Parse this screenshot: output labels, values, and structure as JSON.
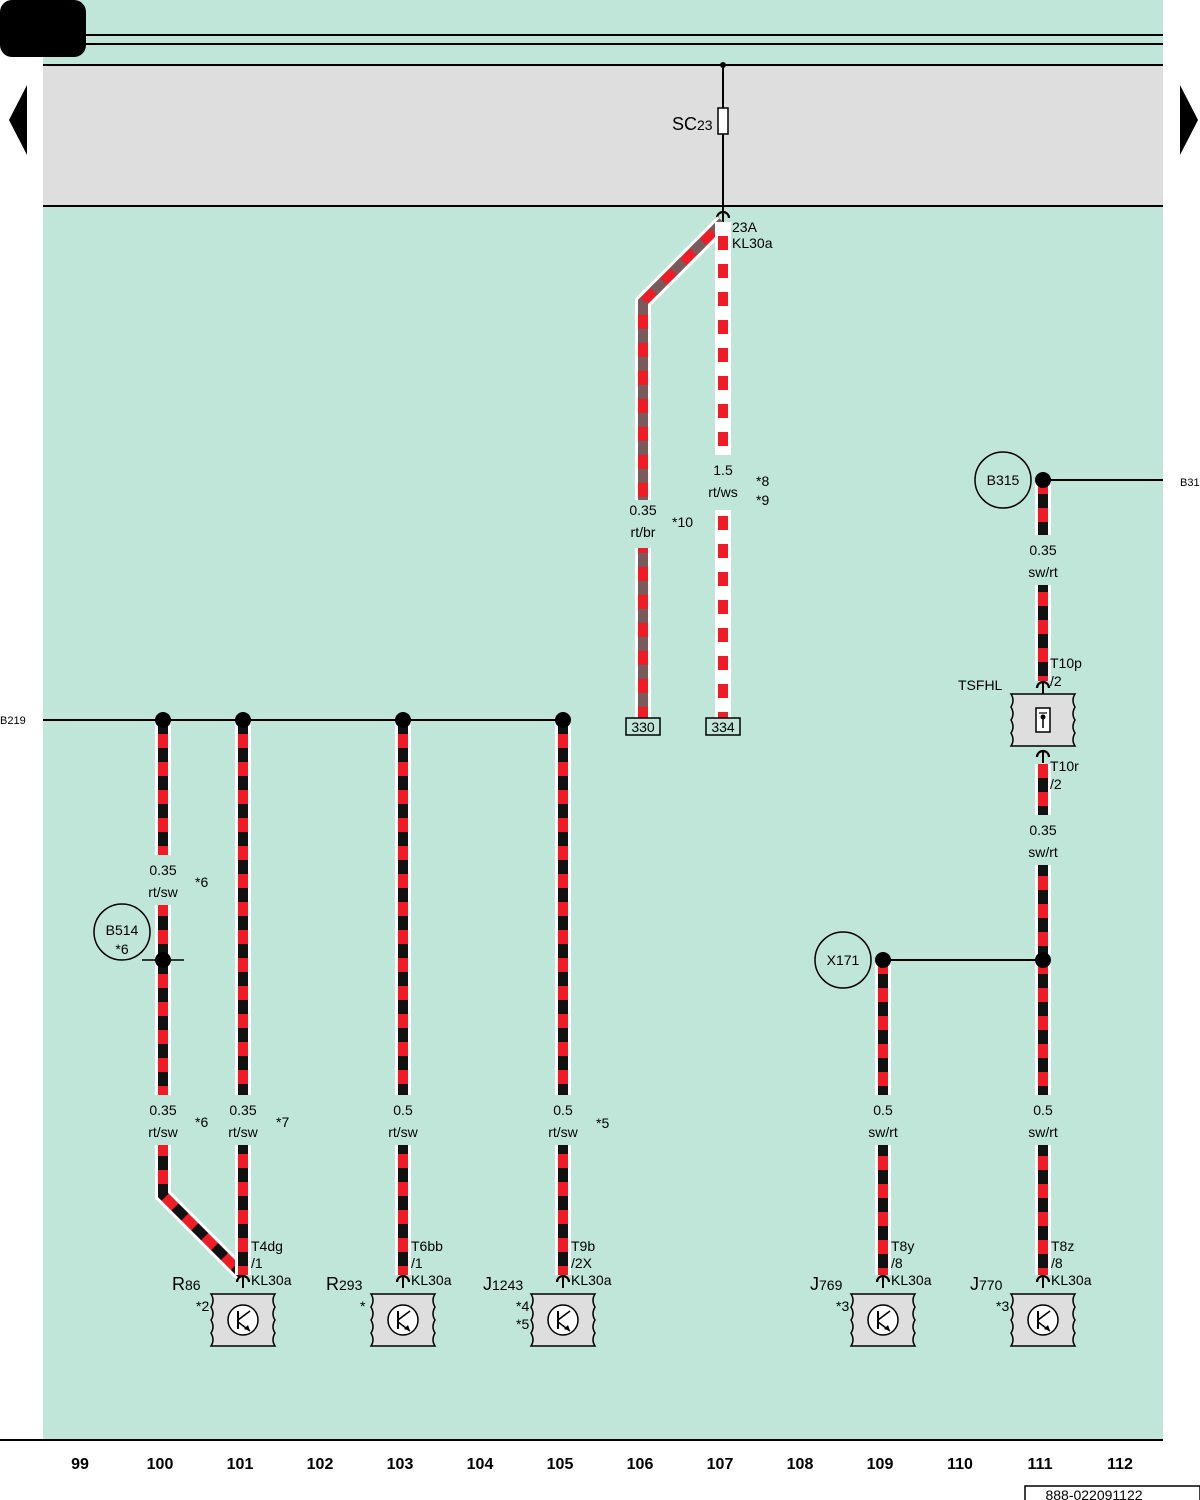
{
  "colors": {
    "background": "#bfe6d8",
    "fuse_panel": "#dedede",
    "wire_red": "#ee1c24",
    "wire_black": "#111111",
    "wire_brown": "#7a5a5a"
  },
  "navigation": {
    "prev_icon": "triangle-left-icon",
    "next_icon": "triangle-right-icon"
  },
  "fuse": {
    "name": "SC",
    "sub": "23",
    "terminal": "23A",
    "terminal_sub": "KL30a"
  },
  "wires": {
    "w106": {
      "size": "0.35",
      "color": "rt/br",
      "note": "*10"
    },
    "w107": {
      "size": "1.5",
      "color": "rt/ws",
      "note1": "*8",
      "note2": "*9"
    },
    "w100_top": {
      "size": "0.35",
      "color": "rt/sw",
      "note": "*6"
    },
    "w100_bot": {
      "size": "0.35",
      "color": "rt/sw",
      "note": "*6"
    },
    "w101": {
      "size": "0.35",
      "color": "rt/sw",
      "note": "*7"
    },
    "w103": {
      "size": "0.5",
      "color": "rt/sw"
    },
    "w105": {
      "size": "0.5",
      "color": "rt/sw",
      "note": "*5"
    },
    "w109": {
      "size": "0.5",
      "color": "sw/rt"
    },
    "w111_top": {
      "size": "0.35",
      "color": "sw/rt"
    },
    "w111_mid": {
      "size": "0.35",
      "color": "sw/rt"
    },
    "w111_bot": {
      "size": "0.5",
      "color": "sw/rt"
    }
  },
  "references": {
    "b219": "B219",
    "b315_edge": "B31",
    "ref330": "330",
    "ref334": "334"
  },
  "nodes": {
    "b315": "B315",
    "b514": "B514",
    "b514_note": "*6",
    "x171": "X171"
  },
  "tsfhl": {
    "name": "TSFHL",
    "conn_top": "T10p",
    "pin_top": "/2",
    "conn_bot": "T10r",
    "pin_bot": "/2"
  },
  "components": [
    {
      "name": "R",
      "sub": "86",
      "note1": "*2",
      "note2": "",
      "conn": "T4dg",
      "pin": "/1",
      "term": "KL30a"
    },
    {
      "name": "R",
      "sub": "293",
      "note1": "*",
      "note2": "",
      "conn": "T6bb",
      "pin": "/1",
      "term": "KL30a"
    },
    {
      "name": "J",
      "sub": "1243",
      "note1": "*4",
      "note2": "*5",
      "conn": "T9b",
      "pin": "/2X",
      "term": "KL30a"
    },
    {
      "name": "J",
      "sub": "769",
      "note1": "*3",
      "note2": "",
      "conn": "T8y",
      "pin": "/8",
      "term": "KL30a"
    },
    {
      "name": "J",
      "sub": "770",
      "note1": "*3",
      "note2": "",
      "conn": "T8z",
      "pin": "/8",
      "term": "KL30a"
    }
  ],
  "columns": [
    "99",
    "100",
    "101",
    "102",
    "103",
    "104",
    "105",
    "106",
    "107",
    "108",
    "109",
    "110",
    "111",
    "112"
  ],
  "diagram_id": "888-022091122"
}
